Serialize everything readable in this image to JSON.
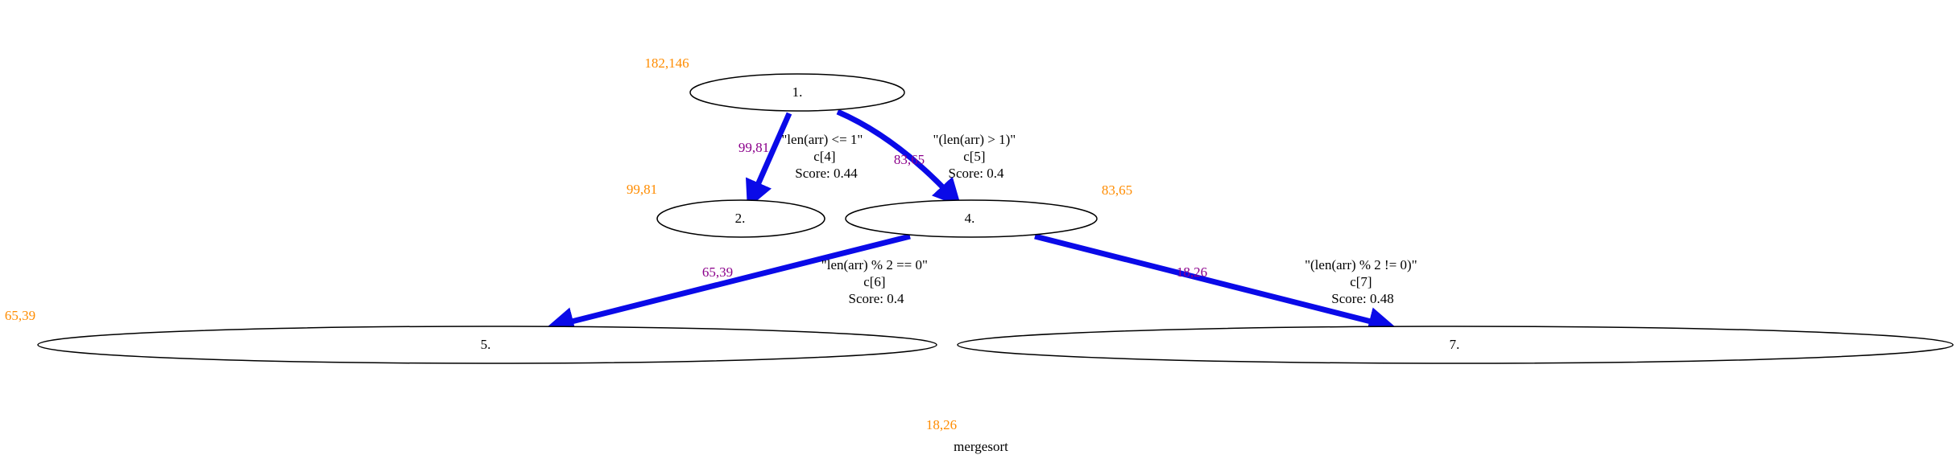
{
  "graph": {
    "title": "mergesort",
    "title_weight": "18,26"
  },
  "colors": {
    "edge": "#0a0ae8",
    "node_weight": "#ff8c00",
    "edge_weight": "#8b008b",
    "node_stroke": "#000000",
    "text": "#000000"
  },
  "nodes": [
    {
      "id": "n1",
      "label": "1.",
      "weight": "182,146"
    },
    {
      "id": "n2",
      "label": "2.",
      "weight": "99,81"
    },
    {
      "id": "n4",
      "label": "4.",
      "weight": "83,65"
    },
    {
      "id": "n5",
      "label": "5.",
      "weight": "65,39"
    },
    {
      "id": "n7",
      "label": "7.",
      "weight": ""
    }
  ],
  "edges": [
    {
      "id": "e1",
      "from": "n1",
      "to": "n2",
      "weight": "99,81",
      "lines": [
        "\"len(arr) <= 1\"",
        "c[4]",
        "Score: 0.44"
      ]
    },
    {
      "id": "e2",
      "from": "n1",
      "to": "n4",
      "weight": "83,65",
      "lines": [
        "\"(len(arr) > 1)\"",
        "c[5]",
        "Score: 0.4"
      ]
    },
    {
      "id": "e3",
      "from": "n4",
      "to": "n5",
      "weight": "65,39",
      "lines": [
        "\"len(arr) % 2 == 0\"",
        "c[6]",
        "Score: 0.4"
      ]
    },
    {
      "id": "e4",
      "from": "n4",
      "to": "n7",
      "weight": "18,26",
      "lines": [
        "\"(len(arr) % 2 != 0)\"",
        "c[7]",
        "Score: 0.48"
      ]
    }
  ]
}
